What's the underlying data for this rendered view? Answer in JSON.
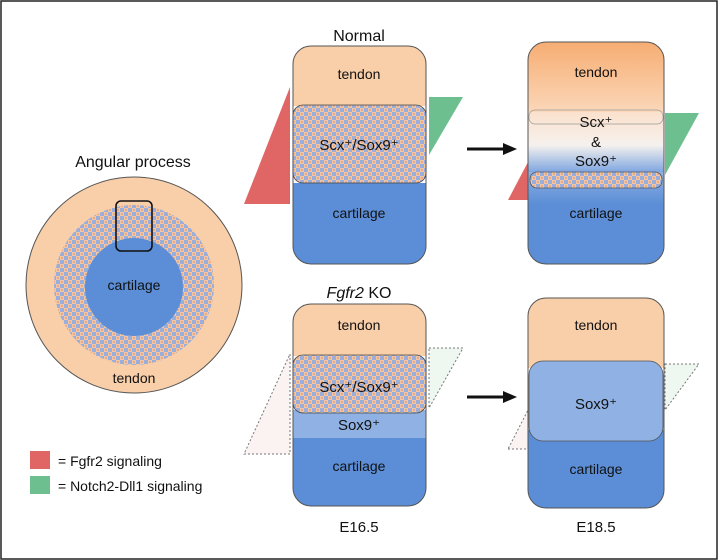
{
  "angular_process": {
    "title": "Angular process",
    "inner_label": "cartilage",
    "outer_label": "tendon"
  },
  "legend": {
    "fgfr2": {
      "label": "= Fgfr2 signaling",
      "color": "#e06666"
    },
    "notch": {
      "label": "= Notch2-Dll1 signaling",
      "color": "#6dbf8f"
    }
  },
  "rows": {
    "normal": {
      "title": "Normal",
      "e165": {
        "top": "tendon",
        "mid": "Scx⁺/Sox9⁺",
        "bottom": "cartilage"
      },
      "e185": {
        "top": "tendon",
        "mid_line1": "Scx⁺",
        "mid_line2": "&",
        "mid_line3": "Sox9⁺",
        "bottom": "cartilage"
      }
    },
    "ko": {
      "title_gene": "Fgfr2",
      "title_suffix": " KO",
      "e165": {
        "top": "tendon",
        "mid": "Scx⁺/Sox9⁺",
        "sox": "Sox9⁺",
        "bottom": "cartilage"
      },
      "e185": {
        "top": "tendon",
        "mid": "Sox9⁺",
        "bottom": "cartilage"
      }
    }
  },
  "stages": {
    "left": "E16.5",
    "right": "E18.5"
  },
  "colors": {
    "tendon": "#f9cfaa",
    "cartilage": "#5b8ed6",
    "sox9_light": "#8fb1e3",
    "dot_orange": "#efb089",
    "dot_blue": "#8da6d6"
  }
}
